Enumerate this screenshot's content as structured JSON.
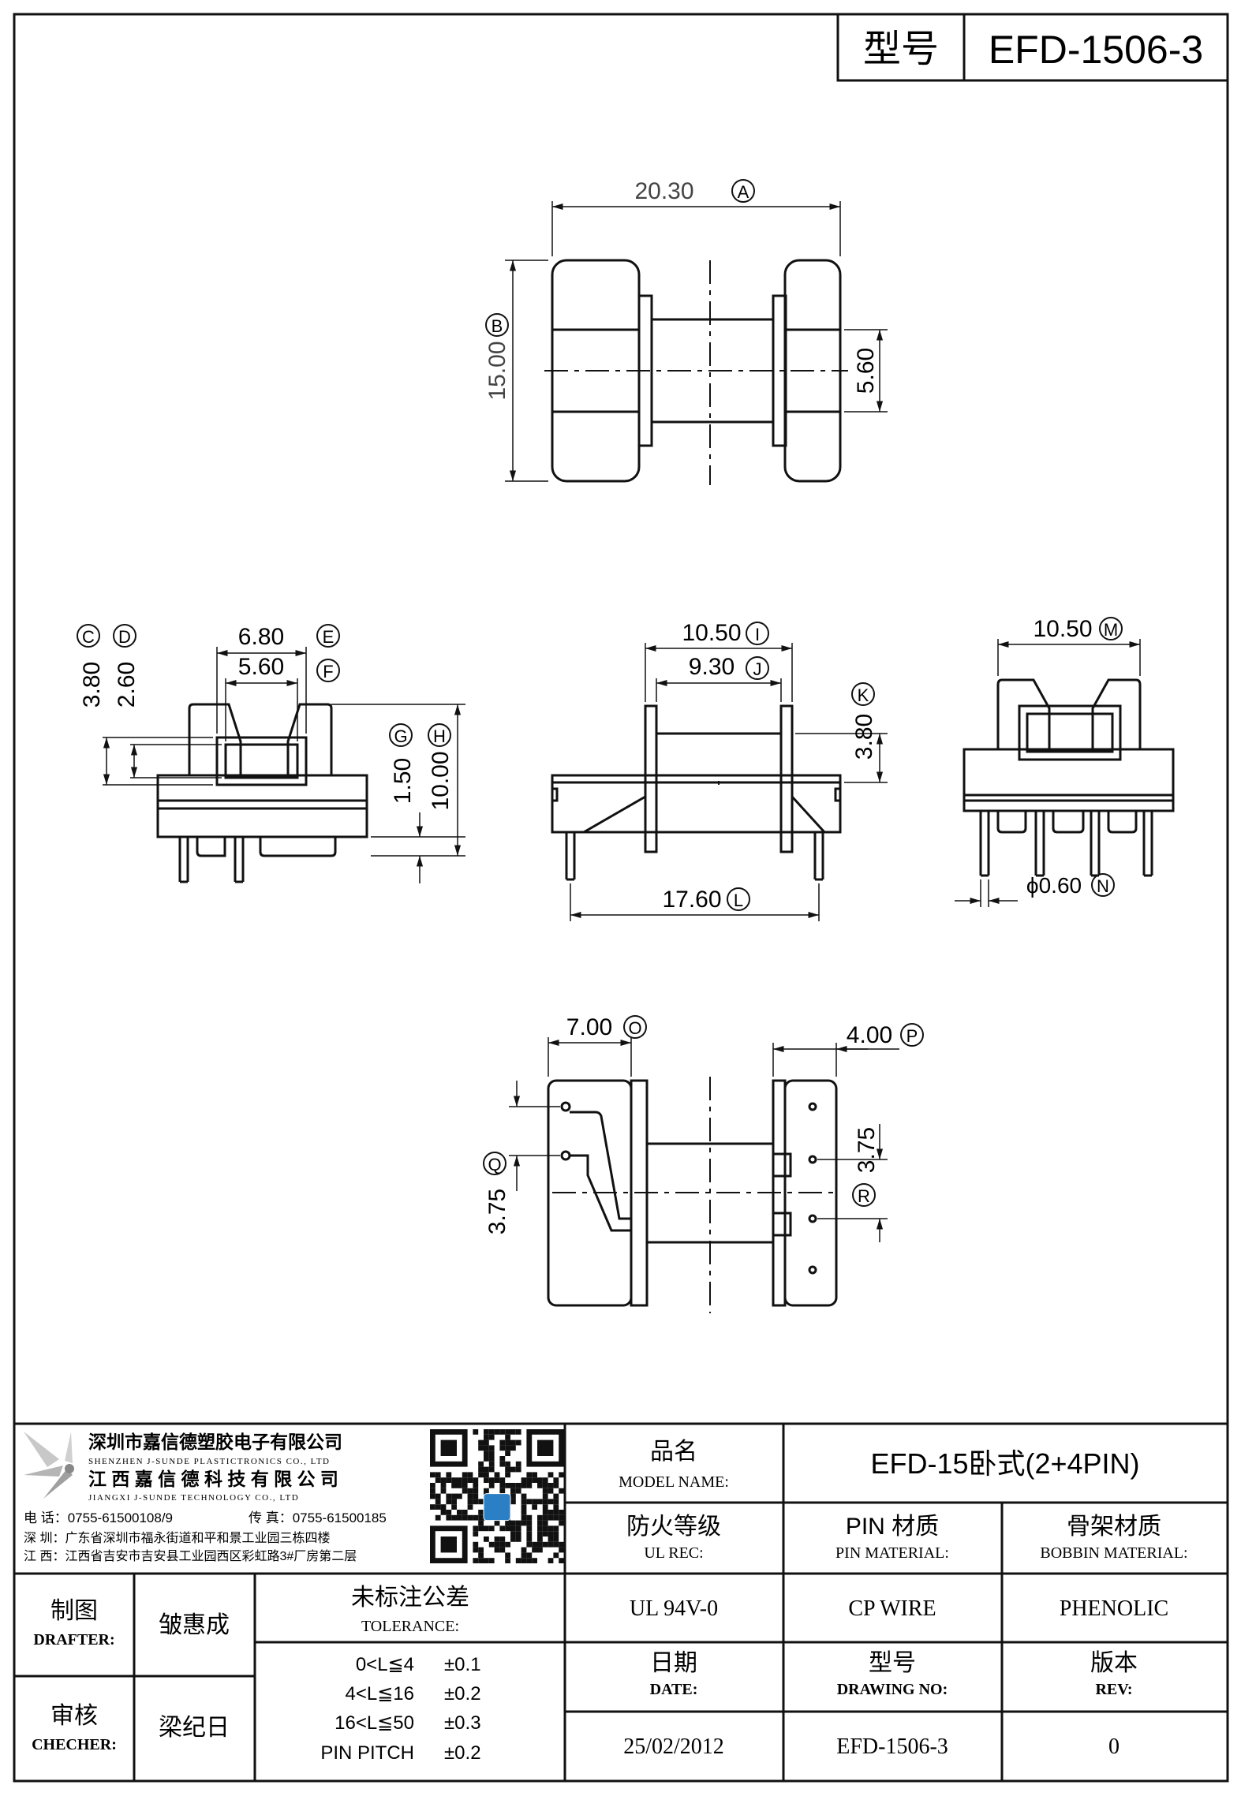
{
  "title_block_top": {
    "label": "型号",
    "model": "EFD-1506-3"
  },
  "dimensions": {
    "A": "20.30",
    "B": "15.00",
    "side_width": "5.60",
    "C": "3.80",
    "D": "2.60",
    "E": "6.80",
    "F": "5.60",
    "G": "1.50",
    "H": "10.00",
    "I": "10.50",
    "J": "9.30",
    "K": "3.80",
    "L": "17.60",
    "M": "10.50",
    "N": "ϕ0.60",
    "O": "7.00",
    "P": "4.00",
    "Q": "3.75",
    "R": "3.75"
  },
  "dimension_tags": [
    "A",
    "B",
    "C",
    "D",
    "E",
    "F",
    "G",
    "H",
    "I",
    "J",
    "K",
    "L",
    "M",
    "N",
    "O",
    "P",
    "Q",
    "R"
  ],
  "company": {
    "name_cn_1": "深圳市嘉信德塑胶电子有限公司",
    "name_en_1": "SHENZHEN J-SUNDE PLASTICTRONICS CO., LTD",
    "name_cn_2": "江 西 嘉 信 德 科 技 有 限 公 司",
    "name_en_2": "JIANGXI J-SUNDE TECHNOLOGY CO., LTD",
    "tel": "电 话：0755-61500108/9",
    "fax": "传 真：0755-61500185",
    "addr_sz": "深 圳：广东省深圳市福永街道和平和景工业园三栋四楼",
    "addr_jx": "江 西：江西省吉安市吉安县工业园西区彩虹路3#厂房第二层"
  },
  "title_block": {
    "model_name_cn": "品名",
    "model_name_en": "MODEL NAME:",
    "model_name_value": "EFD-15卧式(2+4PIN)",
    "ul_cn": "防火等级",
    "ul_en": "UL REC:",
    "ul_value": "UL 94V-0",
    "pin_cn": "PIN 材质",
    "pin_en": "PIN MATERIAL:",
    "pin_value": "CP WIRE",
    "bobbin_cn": "骨架材质",
    "bobbin_en": "BOBBIN MATERIAL:",
    "bobbin_value": "PHENOLIC",
    "drafter_cn": "制图",
    "drafter_en": "DRAFTER:",
    "drafter_name": "皱惠成",
    "checker_cn": "审核",
    "checker_en": "CHECHER:",
    "checker_name": "梁纪日",
    "tolerance_cn": "未标注公差",
    "tolerance_en": "TOLERANCE:",
    "tolerances": [
      {
        "range": "0<L≦4",
        "value": "±0.1"
      },
      {
        "range": "4<L≦16",
        "value": "±0.2"
      },
      {
        "range": "16<L≦50",
        "value": "±0.3"
      },
      {
        "range": "PIN PITCH",
        "value": "±0.2"
      }
    ],
    "date_cn": "日期",
    "date_en": "DATE:",
    "date_value": "25/02/2012",
    "drawing_cn": "型号",
    "drawing_en": "DRAWING NO:",
    "drawing_value": "EFD-1506-3",
    "rev_cn": "版本",
    "rev_en": "REV:",
    "rev_value": "0"
  }
}
